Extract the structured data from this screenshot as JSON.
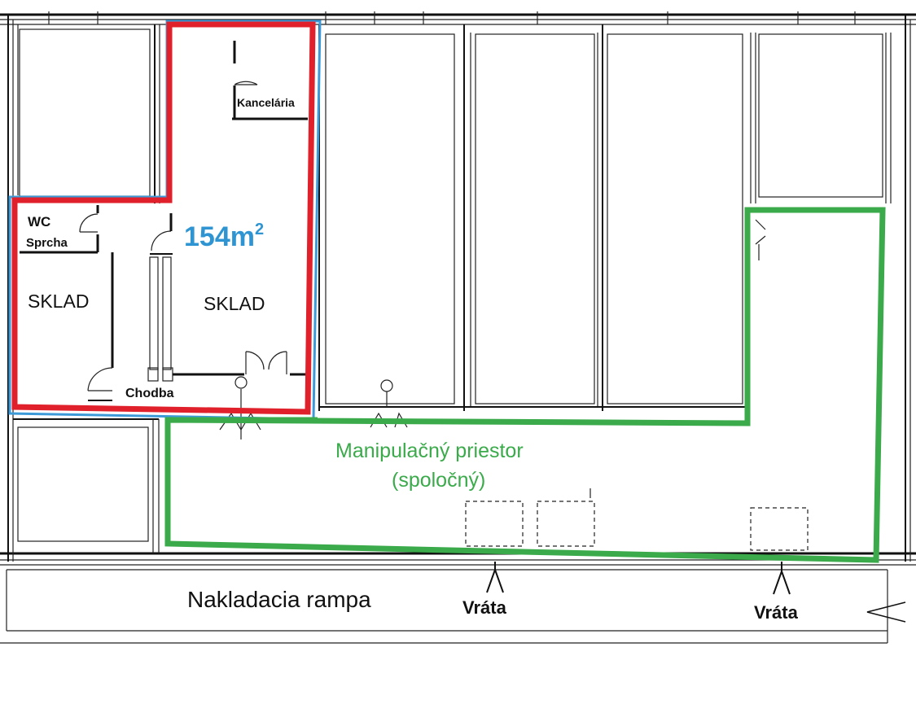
{
  "area": {
    "value": "154m",
    "unit_sup": "2"
  },
  "rooms": {
    "kancelaria": "Kancelária",
    "wc": "WC",
    "sprcha": "Sprcha",
    "sklad_left": "SKLAD",
    "sklad_right": "SKLAD",
    "chodba": "Chodba"
  },
  "shared": {
    "line1": "Manipulačný priestor",
    "line2": "(spoločný)"
  },
  "rampa": "Nakladacia rampa",
  "gates": [
    "Vráta",
    "Vráta"
  ],
  "colors": {
    "red_outline": "#e0202a",
    "blue_outline": "#3d9ad8",
    "green_outline": "#3aaa4a",
    "area_text": "#2e95d2",
    "shared_text": "#3aaa4a"
  }
}
